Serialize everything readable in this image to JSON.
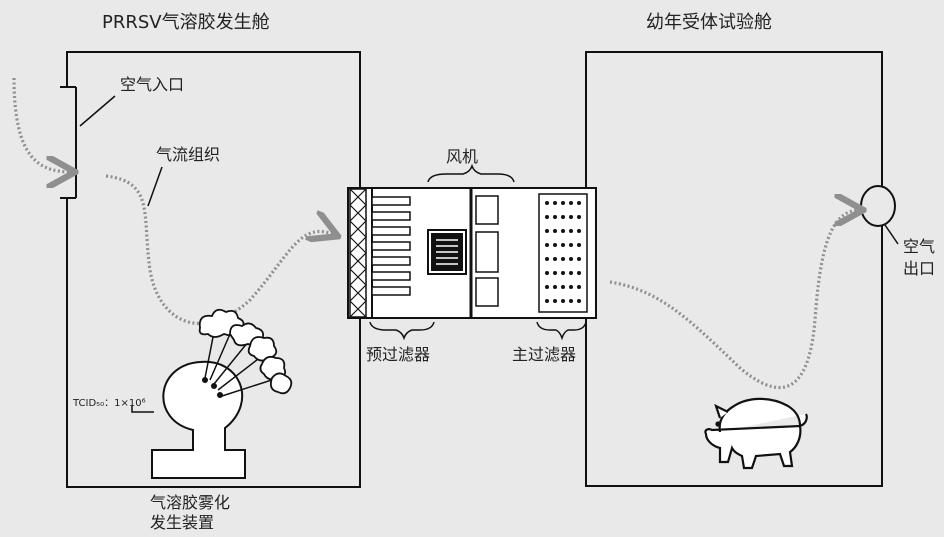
{
  "left_chamber": {
    "title": "PRRSV气溶胶发生舱",
    "air_inlet": "空气入口",
    "airflow": "气流组织",
    "tcid": "TCID₅₀：1×10⁶",
    "nebulizer_line1": "气溶胶雾化",
    "nebulizer_line2": "发生装置"
  },
  "fan_unit": {
    "fan": "风机",
    "pre_filter": "预过滤器",
    "main_filter": "主过滤器"
  },
  "right_chamber": {
    "title": "幼年受体试验舱",
    "outlet_line1": "空气",
    "outlet_line2": "出口"
  },
  "colors": {
    "line": "#111111",
    "airflow": "#8f8f8f",
    "background": "#e9e9e9"
  }
}
